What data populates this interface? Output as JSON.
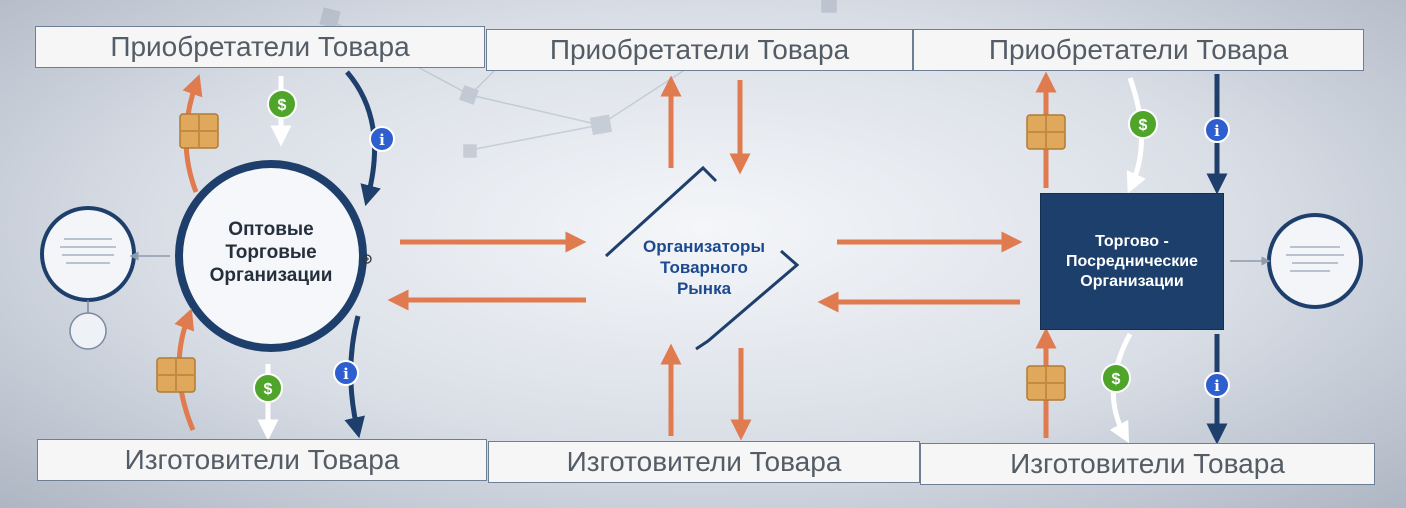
{
  "boxes": {
    "top_left": "Приобретатели Товара",
    "top_mid": "Приобретатели Товара",
    "top_right": "Приобретатели Товара",
    "bottom_left": "Изготовители Товара",
    "bottom_mid": "Изготовители Товара",
    "bottom_right": "Изготовители Товара"
  },
  "nodes": {
    "wholesale": "Оптовые\nТорговые\nОрганизации",
    "organizers": "Организаторы\nТоварного\nРынка",
    "intermediaries": "Торгово -\nПосреднические\nОрганизации"
  },
  "icons": {
    "money": "$",
    "info": "i",
    "box": "package-icon"
  },
  "colors": {
    "navy": "#1e3f6c",
    "orange": "#e07a4f",
    "white": "#ffffff",
    "green": "#4fa52a",
    "info_blue": "#2f5fcf",
    "package": "#e0a85a"
  }
}
